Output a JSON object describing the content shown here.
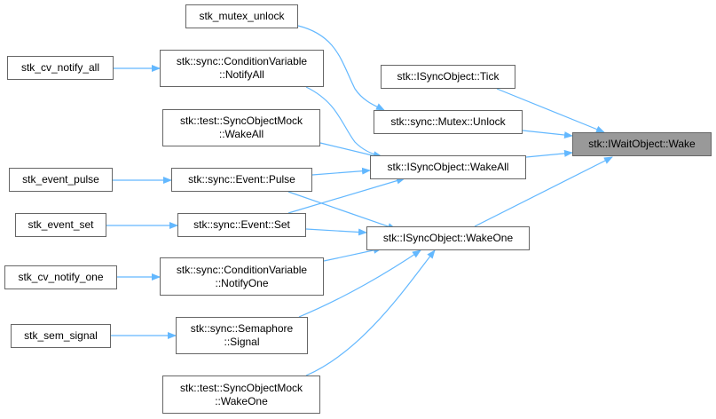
{
  "colors": {
    "edge": "#63b8ff",
    "root_fill": "#999999",
    "node_border": "#666666"
  },
  "nodes": {
    "wake": "stk::IWaitObject::Wake",
    "tick": "stk::ISyncObject::Tick",
    "mutex_unlock": "stk::sync::Mutex::Unlock",
    "wake_all": "stk::ISyncObject::WakeAll",
    "wake_one": "stk::ISyncObject::WakeOne",
    "stk_mutex_unlock": "stk_mutex_unlock",
    "cv_notify_all_1": "stk::sync::ConditionVariable",
    "cv_notify_all_2": "::NotifyAll",
    "mock_wake_all_1": "stk::test::SyncObjectMock",
    "mock_wake_all_2": "::WakeAll",
    "event_pulse": "stk::sync::Event::Pulse",
    "event_set": "stk::sync::Event::Set",
    "cv_notify_one_1": "stk::sync::ConditionVariable",
    "cv_notify_one_2": "::NotifyOne",
    "sem_signal_1": "stk::sync::Semaphore",
    "sem_signal_2": "::Signal",
    "mock_wake_one_1": "stk::test::SyncObjectMock",
    "mock_wake_one_2": "::WakeOne",
    "stk_cv_notify_all": "stk_cv_notify_all",
    "stk_event_pulse": "stk_event_pulse",
    "stk_event_set": "stk_event_set",
    "stk_cv_notify_one": "stk_cv_notify_one",
    "stk_sem_signal": "stk_sem_signal"
  }
}
